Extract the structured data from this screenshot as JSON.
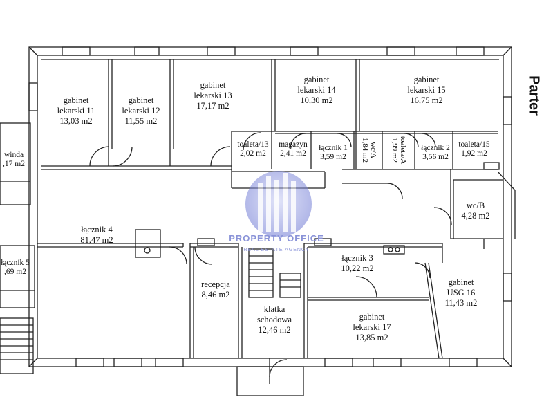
{
  "floor_title": "Parter",
  "watermark": {
    "name": "PROPERTY OFFICE",
    "sub": "REAL ESTATE AGENCY"
  },
  "rooms": {
    "gabinet11": {
      "name": "gabinet",
      "name2": "lekarski 11",
      "area": "13,03 m2"
    },
    "gabinet12": {
      "name": "gabinet",
      "name2": "lekarski 12",
      "area": "11,55 m2"
    },
    "gabinet13": {
      "name": "gabinet",
      "name2": "lekarski 13",
      "area": "17,17 m2"
    },
    "gabinet14": {
      "name": "gabinet",
      "name2": "lekarski 14",
      "area": "10,30 m2"
    },
    "gabinet15": {
      "name": "gabinet",
      "name2": "lekarski 15",
      "area": "16,75 m2"
    },
    "toaleta13": {
      "name": "toaleta/13",
      "area": "2,02 m2"
    },
    "magazyn": {
      "name": "magazyn",
      "area": "2,41 m2"
    },
    "lacznik1": {
      "name": "łącznik 1",
      "area": "3,59 m2"
    },
    "wcA": {
      "name": "wc/A",
      "area": "1,84 m2"
    },
    "toaletaA": {
      "name": "toaleta/A",
      "area": "1,99 m2"
    },
    "lacznik2": {
      "name": "łącznik 2",
      "area": "3,56 m2"
    },
    "toaleta15": {
      "name": "toaleta/15",
      "area": "1,92 m2"
    },
    "winda": {
      "name": "winda",
      "area": ",17 m2"
    },
    "wcB": {
      "name": "wc/B",
      "area": "4,28 m2"
    },
    "lacznik4": {
      "name": "łącznik 4",
      "area": "81,47 m2"
    },
    "lacznik5": {
      "name": "łącznik 5",
      "area": ",69 m2"
    },
    "lacznik3": {
      "name": "łącznik 3",
      "area": "10,22 m2"
    },
    "recepcja": {
      "name": "recepcja",
      "area": "8,46 m2"
    },
    "klatka": {
      "name": "klatka",
      "name2": "schodowa",
      "area": "12,46 m2"
    },
    "gabinet17": {
      "name": "gabinet",
      "name2": "lekarski 17",
      "area": "13,85 m2"
    },
    "usg16": {
      "name": "gabinet",
      "name2": "USG 16",
      "area": "11,43 m2"
    }
  }
}
